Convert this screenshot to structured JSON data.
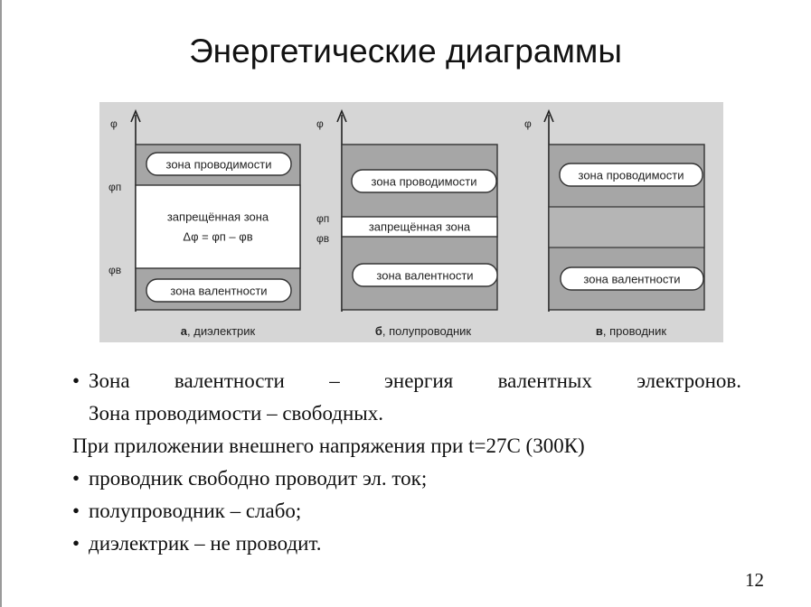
{
  "slide": {
    "title": "Энергетические диаграммы",
    "page_number": "12"
  },
  "diagram": {
    "axis_label": "φ",
    "panels": [
      {
        "caption_letter": "а",
        "caption_text": ", диэлектрик",
        "upper_label": "φп",
        "lower_label": "φв",
        "conduction_label": "зона проводимости",
        "gap_label_line1": "запрещённая зона",
        "gap_label_line2": "Δφ = φп – φв",
        "valence_label": "зона валентности"
      },
      {
        "caption_letter": "б",
        "caption_text": ", полупроводник",
        "upper_label": "φп",
        "lower_label": "φв",
        "conduction_label": "зона проводимости",
        "gap_label_line1": "запрещённая зона",
        "valence_label": "зона валентности"
      },
      {
        "caption_letter": "в",
        "caption_text": ", проводник",
        "conduction_label": "зона проводимости",
        "valence_label": "зона валентности"
      }
    ],
    "colors": {
      "band_fill": "#a6a6a6",
      "gap_fill": "#ffffff",
      "overlap_fill": "#b3b3b3",
      "outline": "#333333"
    }
  },
  "bullets": {
    "item1_line1": "Зона валентности – энергия валентных электронов.",
    "item1_line2": "Зона проводимости – свободных.",
    "plain_line": "При приложении внешнего напряжения при t=27С (300К)",
    "item2": "проводник свободно проводит эл. ток;",
    "item3": "полупроводник – слабо;",
    "item4": "диэлектрик – не проводит.",
    "bullet_char": "•"
  }
}
